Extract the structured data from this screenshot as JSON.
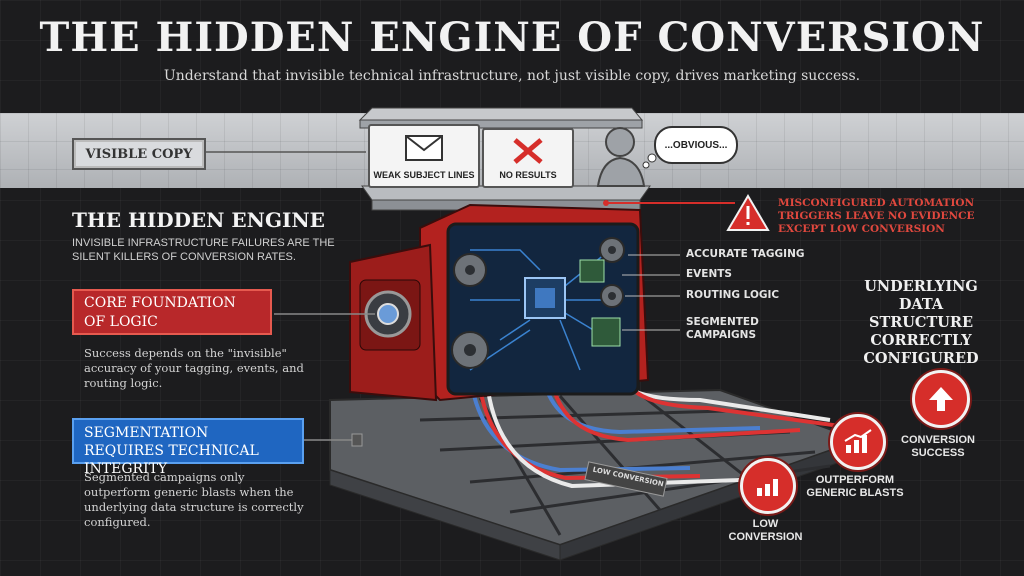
{
  "header": {
    "title": "THE HIDDEN ENGINE OF CONVERSION",
    "subtitle": "Understand that invisible technical infrastructure, not just visible copy, drives marketing success."
  },
  "visible_layer": {
    "label": "VISIBLE COPY",
    "card_email": "WEAK SUBJECT LINES",
    "card_results": "NO RESULTS",
    "thought": "...OBVIOUS..."
  },
  "alert": {
    "text": "MISCONFIGURED AUTOMATION TRIGGERS LEAVE NO EVIDENCE EXCEPT LOW CONVERSION"
  },
  "left_panel": {
    "engine_title": "THE HIDDEN ENGINE",
    "engine_desc": "Invisible infrastructure failures are the silent killers of conversion rates.",
    "core_title": "CORE FOUNDATION OF LOGIC",
    "core_desc": "Success depends on the \"invisible\" accuracy of your tagging, events, and routing logic.",
    "seg_title": "SEGMENTATION REQUIRES TECHNICAL INTEGRITY",
    "seg_desc": "Segmented campaigns only outperform generic blasts when the underlying data structure is correctly configured."
  },
  "engine_labels": {
    "accurate_tagging": "ACCURATE TAGGING",
    "events": "EVENTS",
    "routing_logic": "ROUTING LOGIC",
    "segmented_campaigns": "SEGMENTED CAMPAIGNS",
    "low_conversion_tag": "LOW CONVERSION"
  },
  "right_panel": {
    "underlying": "UNDERLYING DATA STRUCTURE CORRECTLY CONFIGURED",
    "conversion_success": "CONVERSION SUCCESS",
    "outperform": "OUTPERFORM GENERIC BLASTS",
    "low_conversion": "LOW CONVERSION"
  },
  "colors": {
    "accent_red": "#d62e2a",
    "accent_blue": "#1f66c1",
    "background": "#1c1c1e"
  }
}
